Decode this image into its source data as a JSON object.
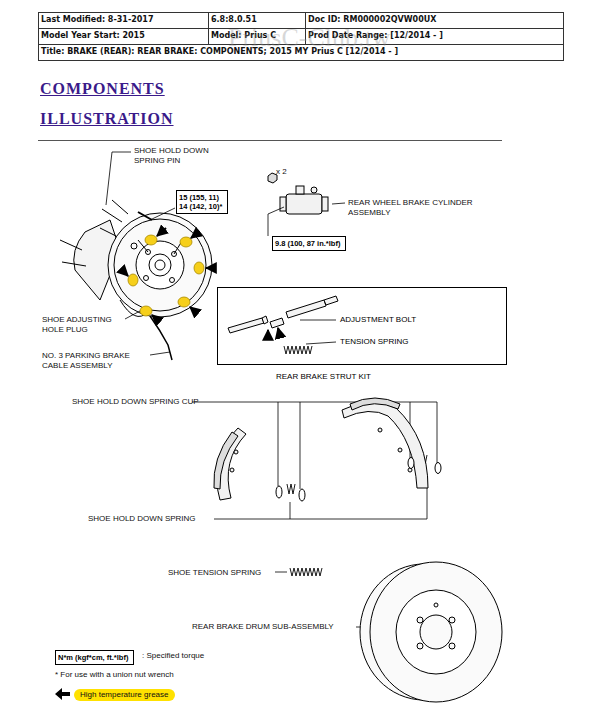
{
  "diagram": {
    "title": "COMPONENTS",
    "nodes": [
      {
        "text": [
          "15 (155, 11)",
          "14 (142, 10)*"
        ]
      },
      {
        "text": [
          "9.8 (100, 87 in.*lbf)"
        ]
      },
      {
        "text": [
          "ADJUSTMENT BOLT",
          "TENSION SPRING",
          "REAR BRAKE STRUT KIT"
        ]
      },
      {
        "text": [
          "N*m (kgf*cm, ft.*lbf)"
        ]
      }
    ],
    "labels": [
      "Last Modified: 8-31-2017",
      "6.8:8.0.51",
      "Doc ID: RM000002QVW00UX",
      "Model Year Start: 2015",
      "Model: Prius C",
      "Prod Date Range: [12/2014 -         ]",
      "Title: BRAKE (REAR): REAR BRAKE: COMPONENTS; 2015 MY Prius C [12/2014 -         ]",
      "PriusC-Club.tw",
      "ILLUSTRATION",
      "SHOE HOLD DOWN SPRING PIN",
      "x 2",
      "REAR WHEEL BRAKE CYLINDER ASSEMBLY",
      "SHOE ADJUSTING HOLE PLUG",
      "NO. 3 PARKING BRAKE CABLE ASSEMBLY",
      "SHOE HOLD DOWN SPRING CUP",
      "SHOE HOLD DOWN SPRING",
      "SHOE TENSION SPRING",
      "REAR BRAKE DRUM SUB-ASSEMBLY",
      ": Specified torque",
      "* For use with a union nut wrench"
    ],
    "legend": [
      {
        "text": "High temperature grease"
      }
    ]
  }
}
